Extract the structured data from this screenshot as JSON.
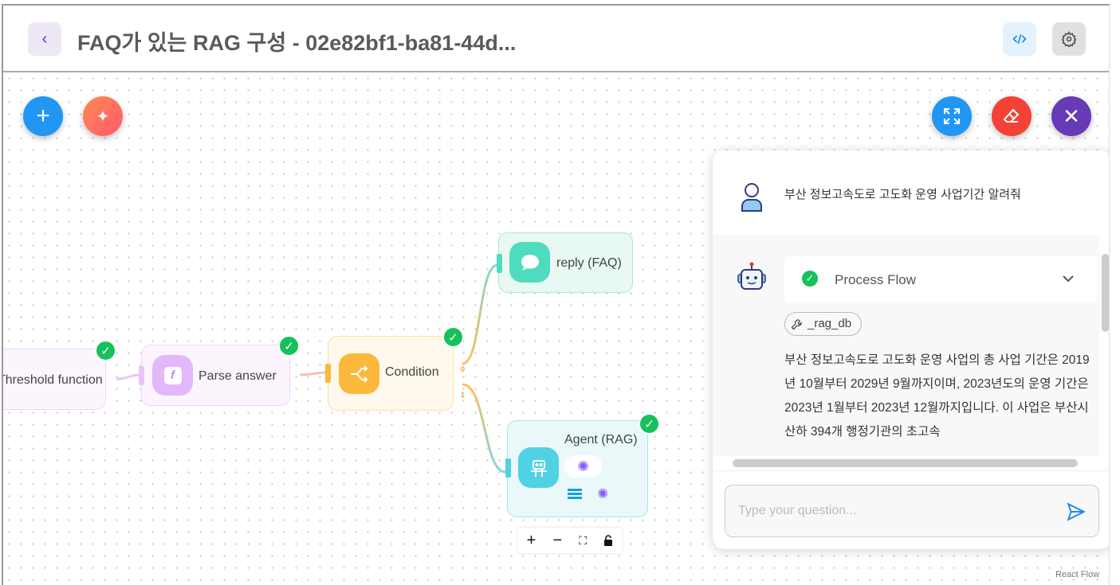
{
  "header": {
    "title": "FAQ가 있는 RAG 구성 - 02e82bf1-ba81-44d...",
    "back_icon": "chevron-left-icon",
    "code_icon": "code-icon",
    "settings_icon": "gear-icon"
  },
  "toolbar": {
    "add_icon": "plus-icon",
    "ai_icon": "sparkle-icon",
    "fit_icon": "expand-icon",
    "clear_icon": "eraser-icon",
    "close_icon": "close-icon"
  },
  "nodes": [
    {
      "label": "Threshold function",
      "status": "success"
    },
    {
      "label": "Parse answer",
      "status": "success"
    },
    {
      "label": "Condition",
      "status": "success",
      "outputs": [
        "0",
        "1"
      ]
    },
    {
      "label": "reply (FAQ)"
    },
    {
      "label": "Agent (RAG)",
      "status": "success"
    }
  ],
  "colors": {
    "blue": "#2196f3",
    "red": "#f44336",
    "purple": "#673ab7",
    "success": "#16c15b"
  },
  "chat": {
    "user_message": "부산 정보고속도로 고도화 운영 사업기간 알려줘",
    "process_flow_label": "Process Flow",
    "tool_chip": "_rag_db",
    "answer": "부산 정보고속도로 고도화 운영 사업의 총 사업 기간은 2019년 10월부터 2029년 9월까지이며, 2023년도의 운영 기간은 2023년 1월부터 2023년 12월까지입니다. 이 사업은 부산시 산하 394개 행정기관의 초고속",
    "input_placeholder": "Type your question..."
  },
  "attribution": "React Flow"
}
